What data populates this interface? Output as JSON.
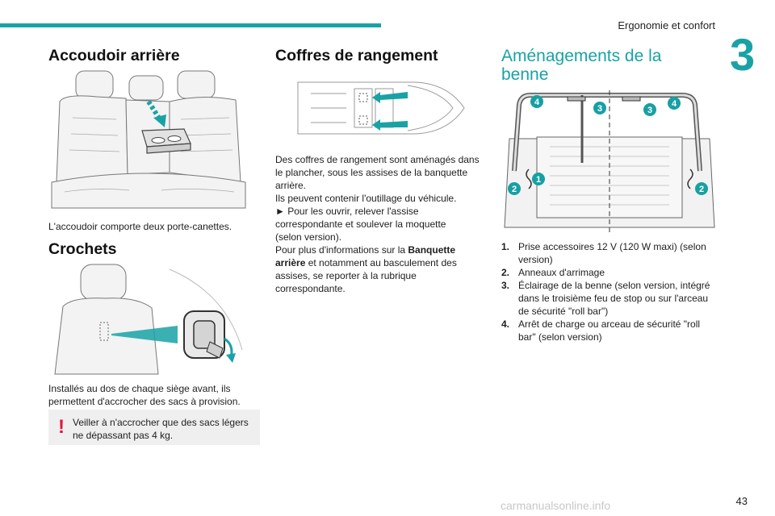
{
  "header": {
    "title": "Ergonomie et confort",
    "chapter": "3",
    "page_number": "43"
  },
  "watermark": "carmanualsonline.info",
  "armrest": {
    "title": "Accoudoir arrière",
    "text": "L'accoudoir comporte deux porte-canettes."
  },
  "hooks": {
    "title": "Crochets",
    "text": "Installés au dos de chaque siège avant, ils permettent d'accrocher des sacs à provision.",
    "warning": "Veiller à n'accrocher que des sacs légers ne dépassant pas 4 kg."
  },
  "storage": {
    "title": "Coffres de rangement",
    "p1": "Des coffres de rangement sont aménagés dans le plancher, sous les assises de la banquette arrière.",
    "p2": "Ils peuvent contenir l'outillage du véhicule.",
    "p3": "► Pour les ouvrir, relever l'assise correspondante et soulever la moquette (selon version).",
    "p4_pre": "Pour plus d'informations sur la ",
    "p4_bold": "Banquette arrière",
    "p4_post": " et notamment au basculement des assises, se reporter à la rubrique correspondante."
  },
  "bed": {
    "title": "Aménagements de la benne",
    "callouts": [
      "1",
      "2",
      "2",
      "3",
      "3",
      "4",
      "4"
    ],
    "items": [
      {
        "num": "1.",
        "text": "Prise accessoires 12 V (120 W maxi) (selon version)"
      },
      {
        "num": "2.",
        "text": "Anneaux d'arrimage"
      },
      {
        "num": "3.",
        "text": "Éclairage de la benne (selon version, intégré dans le troisième feu de stop ou sur l'arceau de sécurité \"roll bar\")"
      },
      {
        "num": "4.",
        "text": "Arrêt de charge ou arceau de sécurité \"roll bar\" (selon version)"
      }
    ]
  },
  "colors": {
    "accent": "#19a2a6",
    "warning": "#e3163c",
    "callout": "#17a0a4"
  }
}
